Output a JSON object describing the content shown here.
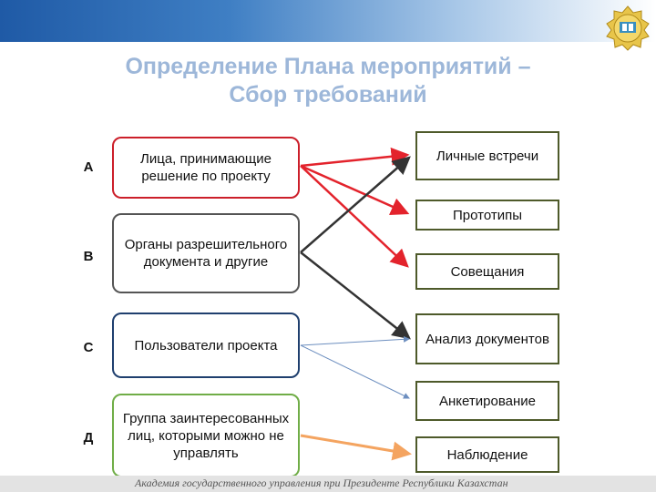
{
  "title_line1": "Определение Плана мероприятий –",
  "title_line2": "Сбор требований",
  "rows": [
    {
      "label": "А",
      "text": "Лица, принимающие решение по проекту"
    },
    {
      "label": "В",
      "text": "Органы разрешительного документа  и другие"
    },
    {
      "label": "С",
      "text": "Пользователи проекта"
    },
    {
      "label": "Д",
      "text": "Группа заинтересованных лиц, которыми можно не управлять"
    }
  ],
  "methods": [
    "Личные встречи",
    "Прототипы",
    "Совещания",
    "Анализ документов",
    "Анкетирование",
    "Наблюдение"
  ],
  "footer": "Академия государственного управления при Президенте Республики Казахстан",
  "colors": {
    "title": "#9db7d9",
    "box_a": "#cc1f2a",
    "box_b": "#555555",
    "box_c": "#1f3f6e",
    "box_d": "#70ad47",
    "method_border": "#4e5a2a",
    "arrow_a": "#e3232c",
    "arrow_b": "#333333",
    "arrow_c": "#6c8ebf",
    "arrow_d": "#f4a460"
  }
}
